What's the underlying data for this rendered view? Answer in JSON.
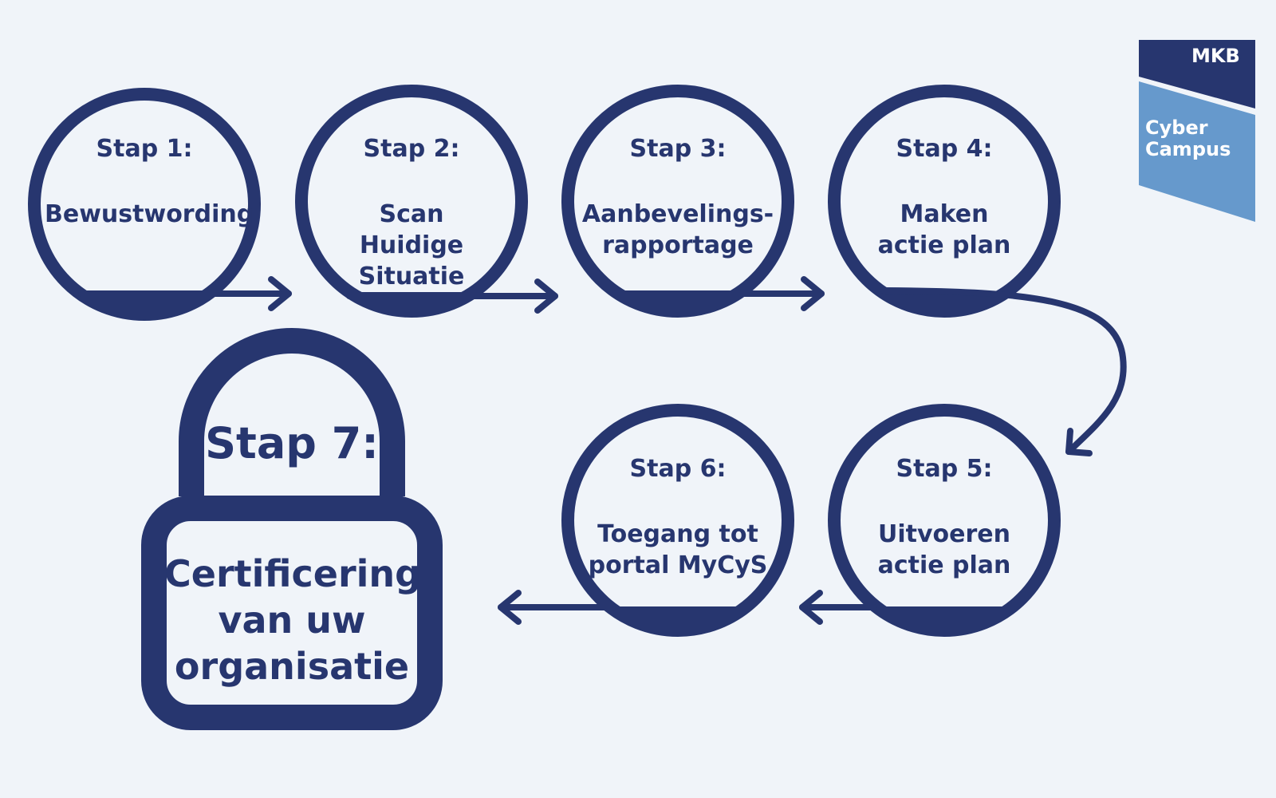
{
  "colors": {
    "primary": "#27366f",
    "background": "#f0f4f9",
    "logo_light": "#6699cc"
  },
  "steps": [
    {
      "title": "Stap 1:",
      "lines": [
        "Bewustwording"
      ]
    },
    {
      "title": "Stap 2:",
      "lines": [
        "Scan",
        "Huidige",
        "Situatie"
      ]
    },
    {
      "title": "Stap 3:",
      "lines": [
        "Aanbevelings-",
        "rapportage"
      ]
    },
    {
      "title": "Stap 4:",
      "lines": [
        "Maken",
        "actie plan"
      ]
    },
    {
      "title": "Stap 5:",
      "lines": [
        "Uitvoeren",
        "actie plan"
      ]
    },
    {
      "title": "Stap 6:",
      "lines": [
        "Toegang tot",
        "portal MyCyS"
      ]
    }
  ],
  "final_step": {
    "title": "Stap 7:",
    "lines": [
      "Certificering",
      "van uw",
      "organisatie"
    ],
    "icon": "padlock-icon"
  },
  "logo": {
    "top": "MKB",
    "bottom_line1": "Cyber",
    "bottom_line2": "Campus"
  }
}
